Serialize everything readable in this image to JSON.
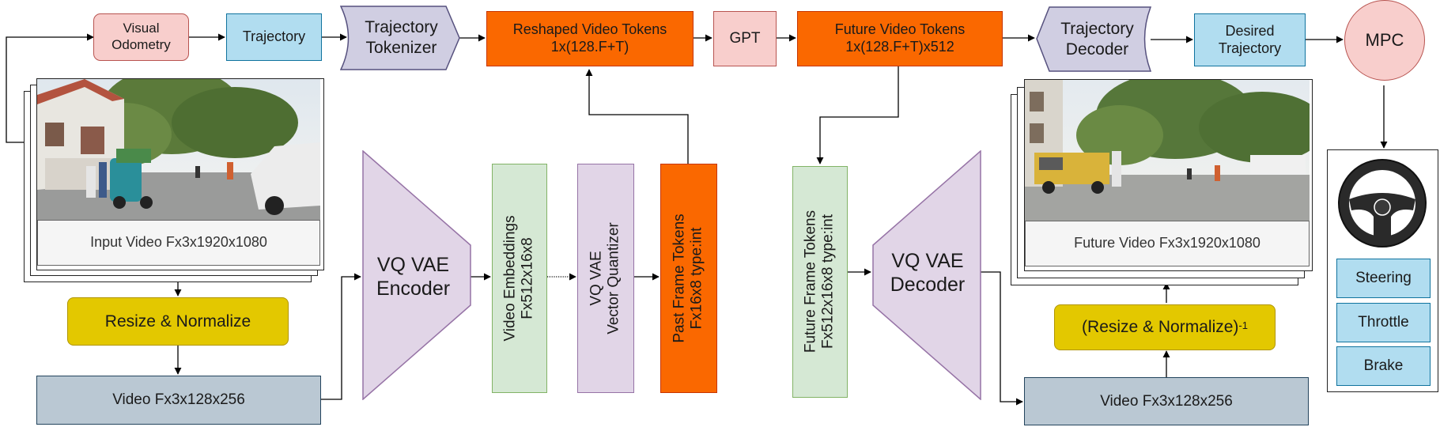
{
  "top": {
    "visual_odometry": "Visual\nOdometry",
    "trajectory": "Trajectory",
    "trajectory_tokenizer": "Trajectory\nTokenizer",
    "reshaped_video_tokens": "Reshaped Video Tokens\n1x(128.F+T)",
    "gpt": "GPT",
    "future_video_tokens": "Future Video Tokens\n1x(128.F+T)x512",
    "trajectory_decoder": "Trajectory\nDecoder",
    "desired_trajectory": "Desired\nTrajectory",
    "mpc": "MPC"
  },
  "left": {
    "input_video": "Input Video Fx3x1920x1080",
    "resize_normalize": "Resize & Normalize",
    "video_small": "Video Fx3x128x256"
  },
  "middle": {
    "vq_vae_encoder": "VQ VAE\nEncoder",
    "video_embeddings": "Video Embeddings\nFx512x16x8",
    "vector_quantizer": "VQ VAE\nVector Quantizer",
    "past_frame_tokens": "Past Frame Tokens\nFx16x8 type:int",
    "future_frame_tokens": "Future Frame Tokens\nFx512x16x8 type:int",
    "vq_vae_decoder": "VQ VAE\nDecoder"
  },
  "right": {
    "future_video": "Future Video Fx3x1920x1080",
    "inverse_resize_normalize": "(Resize & Normalize)",
    "inverse_superscript": "-1",
    "video_small": "Video Fx3x128x256"
  },
  "controls": {
    "steering": "Steering",
    "throttle": "Throttle",
    "brake": "Brake"
  },
  "colors": {
    "pink_fill": "#f8cecc",
    "blue_fill": "#b1ddf0",
    "orange_fill": "#fa6800",
    "green_fill": "#d5e8d4",
    "purple_fill": "#e1d5e7",
    "yellow_fill": "#e3c800",
    "slate_fill": "#bac8d3"
  }
}
